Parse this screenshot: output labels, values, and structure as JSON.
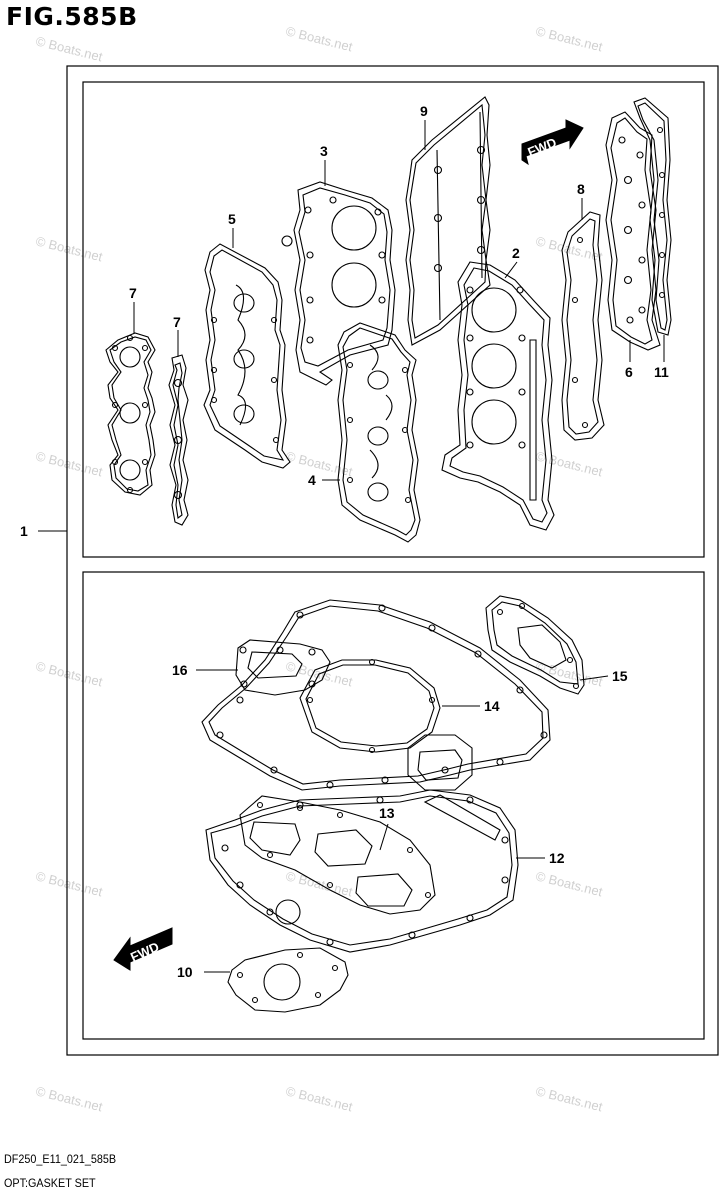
{
  "figure": {
    "title": "FIG.585B",
    "drawing_code": "DF250_E11_021_585B",
    "caption": "OPT:GASKET SET"
  },
  "watermark": "© Boats.net",
  "fwd_label": "FWD",
  "callouts": {
    "c1": "1",
    "c2": "2",
    "c3": "3",
    "c4": "4",
    "c5": "5",
    "c6": "6",
    "c7a": "7",
    "c7b": "7",
    "c8": "8",
    "c9": "9",
    "c10": "10",
    "c11": "11",
    "c12": "12",
    "c13": "13",
    "c14": "14",
    "c15": "15",
    "c16": "16"
  },
  "colors": {
    "line": "#000000",
    "watermark": "#d0d0d0",
    "background": "#ffffff"
  }
}
